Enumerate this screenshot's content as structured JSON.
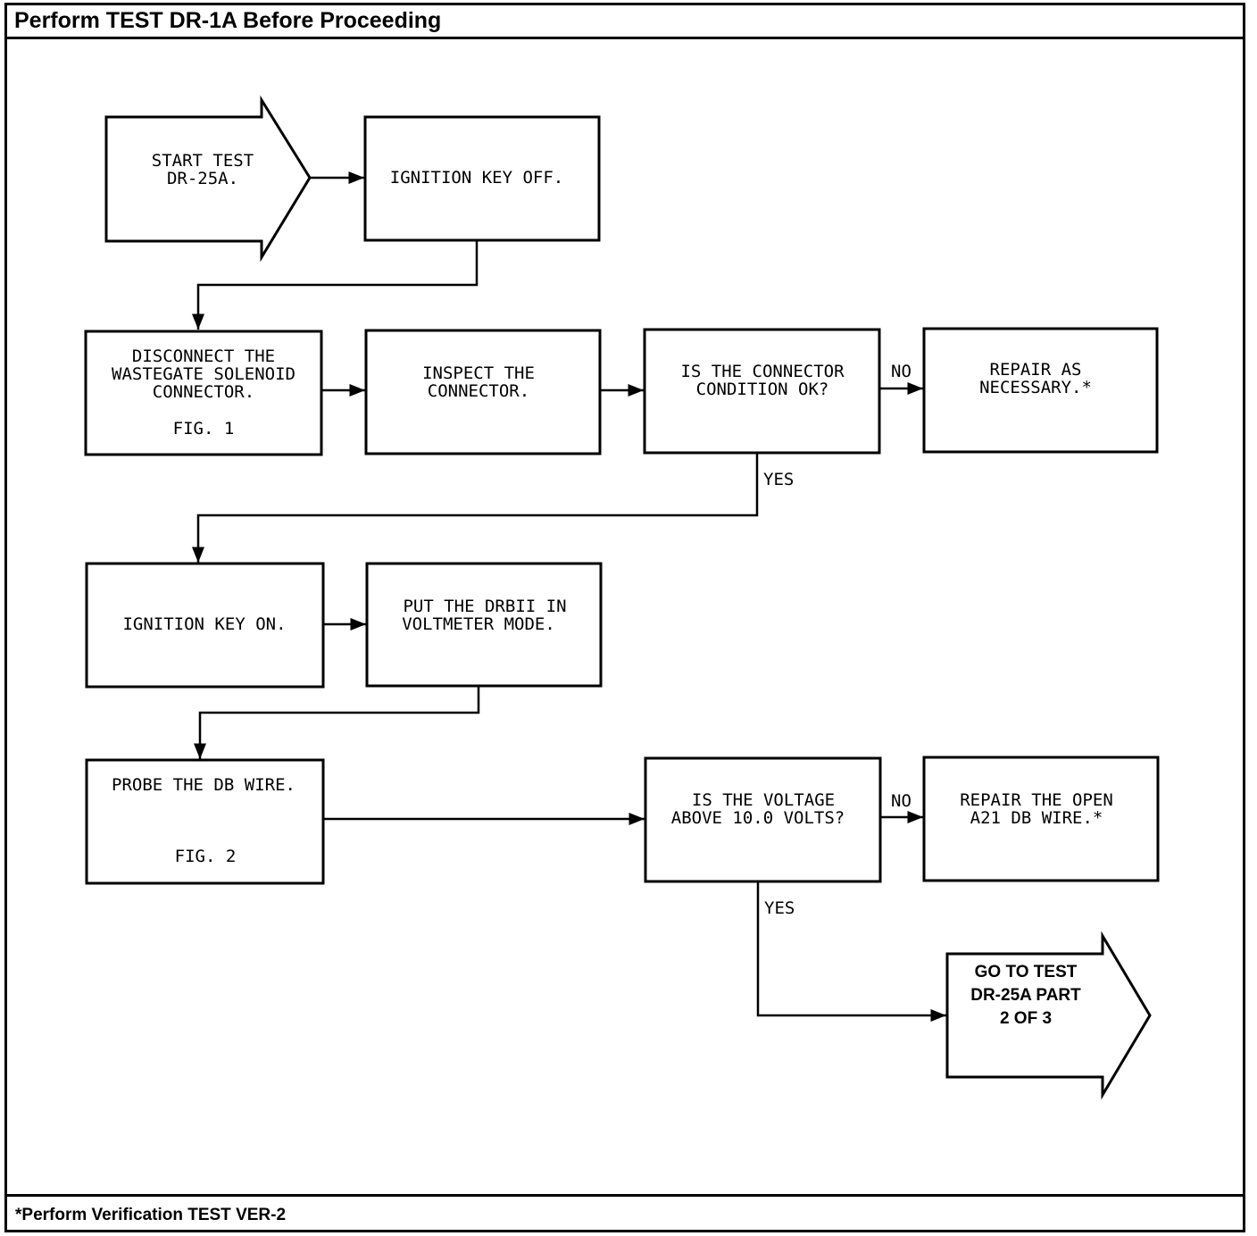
{
  "header": {
    "title": "Perform TEST DR-1A Before Proceeding"
  },
  "footer": {
    "note": "*Perform Verification TEST VER-2"
  },
  "flow": {
    "start": {
      "line1": "START TEST",
      "line2": "DR-25A."
    },
    "ignition_off": {
      "line1": "IGNITION KEY OFF."
    },
    "disconnect": {
      "line1": "DISCONNECT THE",
      "line2": "WASTEGATE SOLENOID",
      "line3": "CONNECTOR.",
      "fig": "FIG. 1"
    },
    "inspect": {
      "line1": "INSPECT THE",
      "line2": "CONNECTOR."
    },
    "connector_ok": {
      "line1": "IS THE CONNECTOR",
      "line2": "CONDITION OK?"
    },
    "repair_as": {
      "line1": "REPAIR AS",
      "line2": "NECESSARY.*"
    },
    "ignition_on": {
      "line1": "IGNITION KEY ON."
    },
    "drbii": {
      "line1": "PUT THE DRBII IN",
      "line2": "VOLTMETER MODE."
    },
    "probe": {
      "line1": "PROBE THE DB WIRE.",
      "fig": "FIG. 2"
    },
    "voltage": {
      "line1": "IS THE VOLTAGE",
      "line2": "ABOVE 10.0 VOLTS?"
    },
    "repair_open": {
      "line1": "REPAIR THE OPEN",
      "line2": "A21 DB WIRE.*"
    },
    "goto": {
      "line1": "GO TO TEST",
      "line2": "DR-25A PART",
      "line3": "2 OF 3"
    },
    "labels": {
      "no1": "NO",
      "yes1": "YES",
      "no2": "NO",
      "yes2": "YES"
    }
  }
}
